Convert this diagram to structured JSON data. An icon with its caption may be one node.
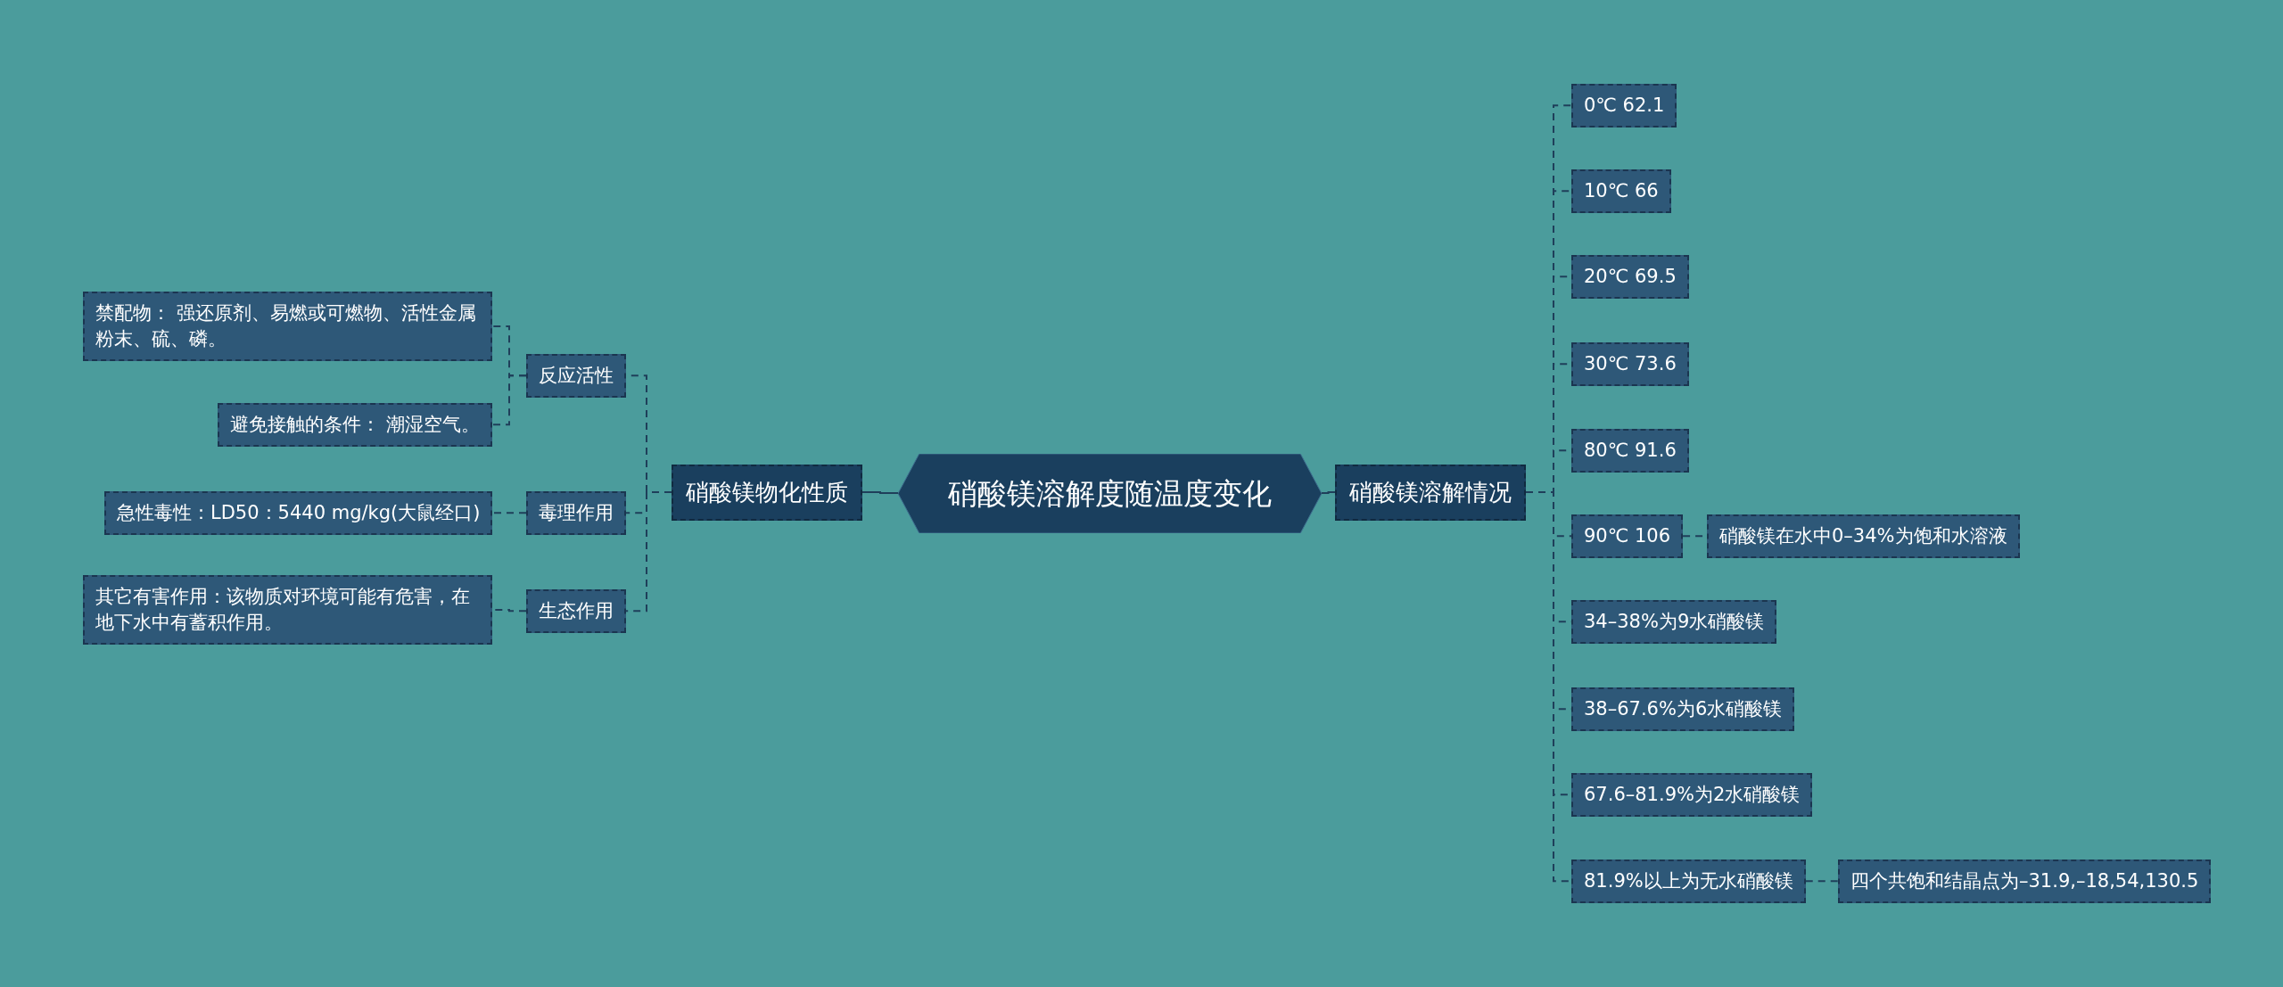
{
  "diagram": {
    "nodes": [
      {
        "text": [
          "硝酸镁溶解度随温度变化"
        ]
      },
      {
        "text": [
          "硝酸镁物化性质"
        ]
      },
      {
        "text": [
          "反应活性"
        ]
      },
      {
        "text": [
          "禁配物： 强还原剂、易燃或可燃物、活性金属粉末、硫、磷。"
        ]
      },
      {
        "text": [
          "避免接触的条件： 潮湿空气。"
        ]
      },
      {
        "text": [
          "毒理作用"
        ]
      },
      {
        "text": [
          "急性毒性：LD50：5440 mg/kg(大鼠经口)"
        ]
      },
      {
        "text": [
          "生态作用"
        ]
      },
      {
        "text": [
          "其它有害作用：该物质对环境可能有危害，在地下水中有蓄积作用。"
        ]
      },
      {
        "text": [
          "硝酸镁溶解情况"
        ]
      },
      {
        "text": [
          "0℃ 62.1"
        ]
      },
      {
        "text": [
          "10℃ 66"
        ]
      },
      {
        "text": [
          "20℃ 69.5"
        ]
      },
      {
        "text": [
          "30℃ 73.6"
        ]
      },
      {
        "text": [
          "80℃ 91.6"
        ]
      },
      {
        "text": [
          "90℃ 106"
        ]
      },
      {
        "text": [
          "硝酸镁在水中0–34%为饱和水溶液"
        ]
      },
      {
        "text": [
          "34–38%为9水硝酸镁"
        ]
      },
      {
        "text": [
          "38–67.6%为6水硝酸镁"
        ]
      },
      {
        "text": [
          "67.6–81.9%为2水硝酸镁"
        ]
      },
      {
        "text": [
          "81.9%以上为无水硝酸镁"
        ]
      },
      {
        "text": [
          "四个共饱和结晶点为–31.9,–18,54,130.5"
        ]
      }
    ],
    "edges": [
      {
        "from": 0,
        "to": 1,
        "arrow": "none"
      },
      {
        "from": 1,
        "to": 2,
        "arrow": "none",
        "style": "dashed"
      },
      {
        "from": 2,
        "to": 3,
        "arrow": "none",
        "style": "dashed"
      },
      {
        "from": 2,
        "to": 4,
        "arrow": "none",
        "style": "dashed"
      },
      {
        "from": 1,
        "to": 5,
        "arrow": "none",
        "style": "dashed"
      },
      {
        "from": 5,
        "to": 6,
        "arrow": "none",
        "style": "dashed"
      },
      {
        "from": 1,
        "to": 7,
        "arrow": "none",
        "style": "dashed"
      },
      {
        "from": 7,
        "to": 8,
        "arrow": "none",
        "style": "dashed"
      },
      {
        "from": 0,
        "to": 9,
        "arrow": "none"
      },
      {
        "from": 9,
        "to": 10,
        "arrow": "none",
        "style": "dashed"
      },
      {
        "from": 9,
        "to": 11,
        "arrow": "none",
        "style": "dashed"
      },
      {
        "from": 9,
        "to": 12,
        "arrow": "none",
        "style": "dashed"
      },
      {
        "from": 9,
        "to": 13,
        "arrow": "none",
        "style": "dashed"
      },
      {
        "from": 9,
        "to": 14,
        "arrow": "none",
        "style": "dashed"
      },
      {
        "from": 9,
        "to": 15,
        "arrow": "none",
        "style": "dashed"
      },
      {
        "from": 15,
        "to": 16,
        "arrow": "none",
        "style": "dashed"
      },
      {
        "from": 9,
        "to": 17,
        "arrow": "none",
        "style": "dashed"
      },
      {
        "from": 9,
        "to": 18,
        "arrow": "none",
        "style": "dashed"
      },
      {
        "from": 9,
        "to": 19,
        "arrow": "none",
        "style": "dashed"
      },
      {
        "from": 9,
        "to": 20,
        "arrow": "none",
        "style": "dashed"
      },
      {
        "from": 20,
        "to": 21,
        "arrow": "none",
        "style": "dashed"
      }
    ]
  }
}
